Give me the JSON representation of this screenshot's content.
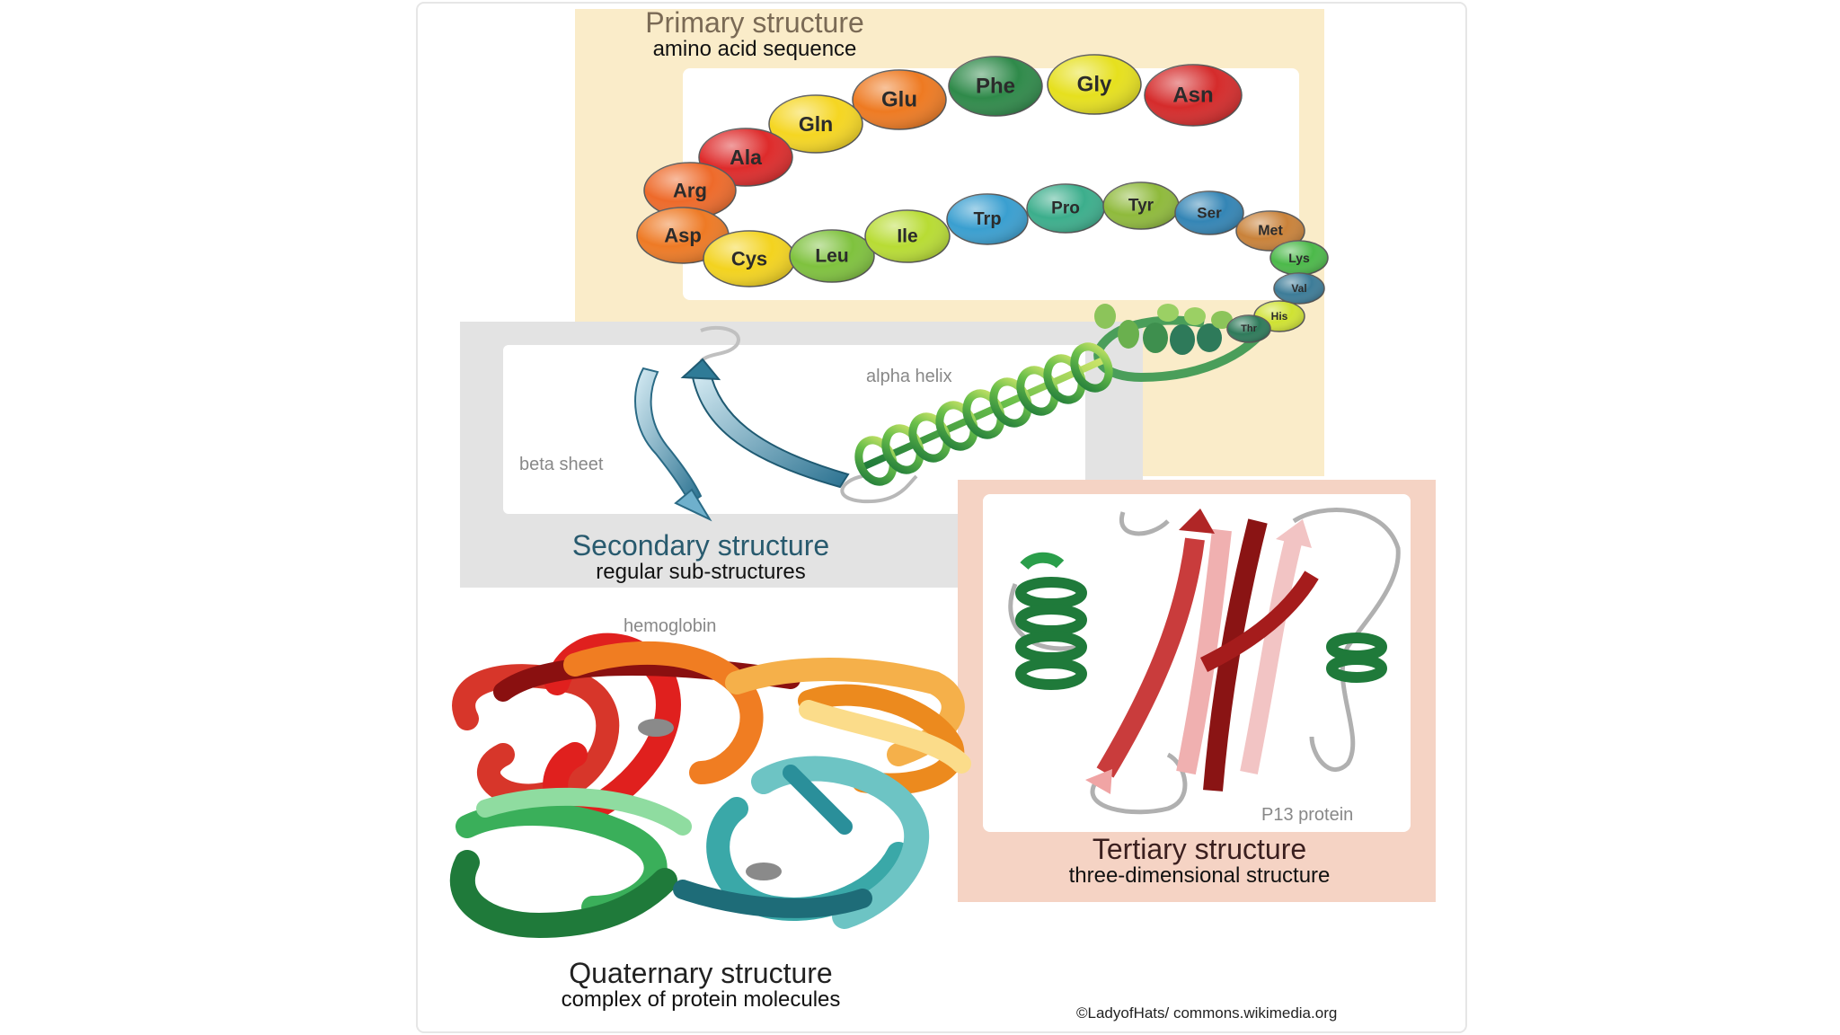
{
  "primary": {
    "title": "Primary structure",
    "subtitle": "amino acid sequence"
  },
  "secondary": {
    "title": "Secondary structure",
    "subtitle": "regular sub-structures"
  },
  "tertiary": {
    "title": "Tertiary structure",
    "subtitle": "three-dimensional structure"
  },
  "quaternary": {
    "title": "Quaternary structure",
    "subtitle": "complex of protein molecules"
  },
  "labels": {
    "alpha_helix": "alpha helix",
    "beta_sheet": "beta sheet",
    "hemoglobin": "hemoglobin",
    "p13": "P13 protein"
  },
  "credit": "©LadyofHats/ commons.wikimedia.org",
  "amino_acids": [
    {
      "name": "Asn",
      "color": "#d52b2b"
    },
    {
      "name": "Gly",
      "color": "#e6e01e"
    },
    {
      "name": "Phe",
      "color": "#2f8a4a"
    },
    {
      "name": "Glu",
      "color": "#ee7a22"
    },
    {
      "name": "Gln",
      "color": "#f5d622"
    },
    {
      "name": "Ala",
      "color": "#de2b2b"
    },
    {
      "name": "Arg",
      "color": "#ee6a2a"
    },
    {
      "name": "Asp",
      "color": "#ee7a25"
    },
    {
      "name": "Cys",
      "color": "#f3d31f"
    },
    {
      "name": "Leu",
      "color": "#7fc23e"
    },
    {
      "name": "Ile",
      "color": "#b8dc34"
    },
    {
      "name": "Trp",
      "color": "#3a9fd0"
    },
    {
      "name": "Pro",
      "color": "#3cae8c"
    },
    {
      "name": "Tyr",
      "color": "#8fba3c"
    },
    {
      "name": "Ser",
      "color": "#3485b5"
    },
    {
      "name": "Met",
      "color": "#c9823a"
    },
    {
      "name": "Lys",
      "color": "#4cb94a"
    },
    {
      "name": "Val",
      "color": "#3d7c98"
    },
    {
      "name": "His",
      "color": "#cfe233"
    },
    {
      "name": "Thr",
      "color": "#2e7a5a"
    }
  ]
}
